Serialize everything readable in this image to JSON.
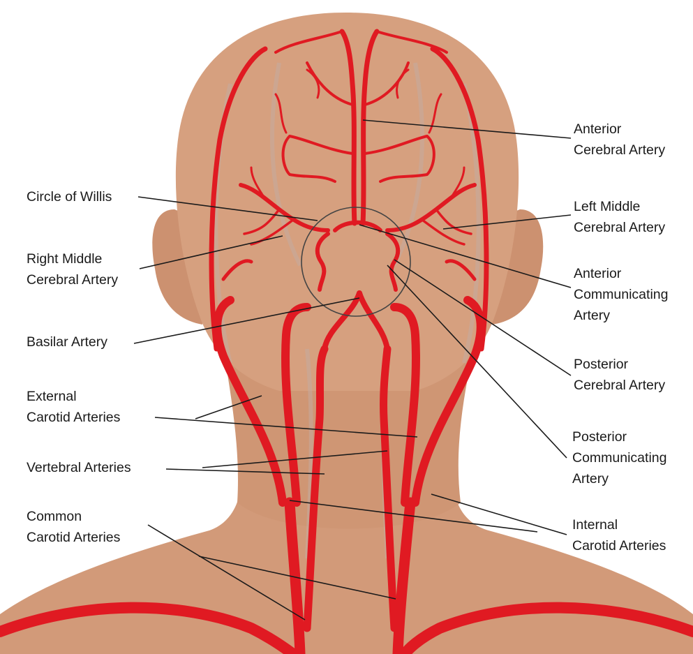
{
  "colors": {
    "background": "#ffffff",
    "skin": "#d29a79",
    "skin_shadow": "#bd8462",
    "artery": "#e01a22",
    "artery_dark": "#b5121a",
    "vein": "#c9b2a6",
    "leader_line": "#1a1a1a",
    "label_text": "#1a1a1a"
  },
  "labels": {
    "anterior_cerebral": [
      "Anterior",
      "Cerebral Artery"
    ],
    "circle_of_willis": [
      "Circle of Willis"
    ],
    "left_middle_cerebral": [
      "Left Middle",
      "Cerebral Artery"
    ],
    "right_middle_cerebral": [
      "Right Middle",
      "Cerebral Artery"
    ],
    "anterior_communicating": [
      "Anterior",
      "Communicating",
      "Artery"
    ],
    "basilar": [
      "Basilar Artery"
    ],
    "posterior_cerebral": [
      "Posterior",
      "Cerebral Artery"
    ],
    "external_carotid": [
      "External",
      "Carotid Arteries"
    ],
    "posterior_communicating": [
      "Posterior",
      "Communicating",
      "Artery"
    ],
    "vertebral": [
      "Vertebral Arteries"
    ],
    "common_carotid": [
      "Common",
      "Carotid Arteries"
    ],
    "internal_carotid": [
      "Internal",
      "Carotid Arteries"
    ]
  }
}
